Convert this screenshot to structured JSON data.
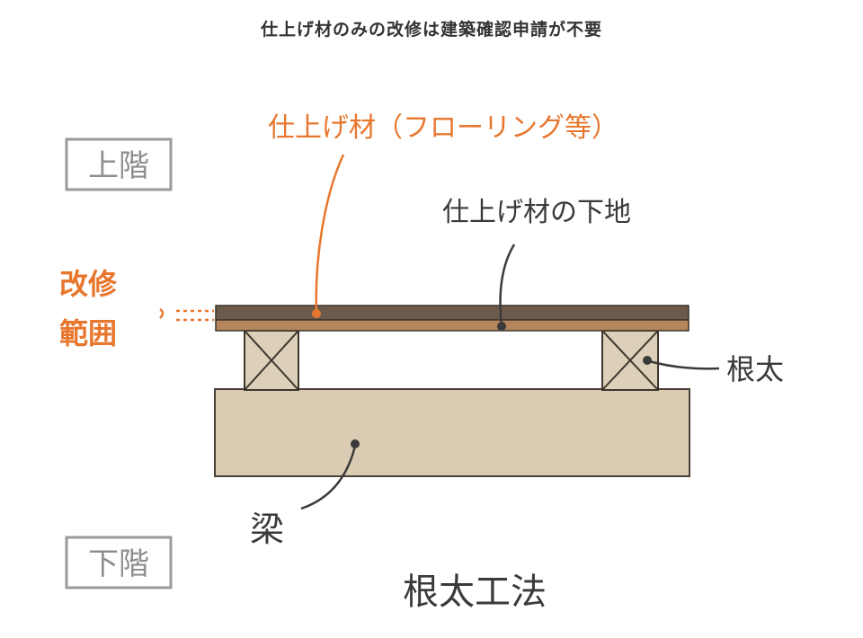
{
  "title": "仕上げ材のみの改修は建築確認申請が不要",
  "labels": {
    "upper_floor": "上階",
    "lower_floor": "下階",
    "finish_material": "仕上げ材（フローリング等）",
    "finish_substrate": "仕上げ材の下地",
    "joist": "根太",
    "beam": "梁",
    "renovation_scope_line1": "改修",
    "renovation_scope_line2": "範囲",
    "method": "根太工法"
  },
  "colors": {
    "accent": "#e8772e",
    "text": "#3a3a3a",
    "box": "#9a9a9a",
    "beam_fill": "#d9ccb3",
    "joist_fill": "#ddd0b8",
    "floor_top": "#6b5a4c",
    "floor_bottom": "#b5865c"
  }
}
